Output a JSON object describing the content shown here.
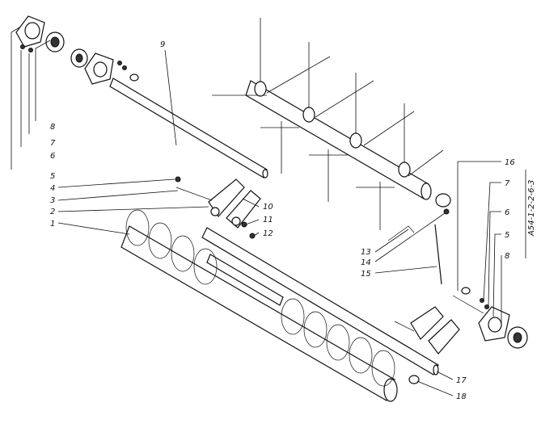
{
  "labels": [
    {
      "id": "l1",
      "text": "1"
    },
    {
      "id": "l2",
      "text": "2"
    },
    {
      "id": "l3",
      "text": "3"
    },
    {
      "id": "l4",
      "text": "4"
    },
    {
      "id": "l5a",
      "text": "5"
    },
    {
      "id": "l6a",
      "text": "6"
    },
    {
      "id": "l7a",
      "text": "7"
    },
    {
      "id": "l8a",
      "text": "8"
    },
    {
      "id": "l9",
      "text": "9"
    },
    {
      "id": "l10",
      "text": "10"
    },
    {
      "id": "l11",
      "text": "11"
    },
    {
      "id": "l12",
      "text": "12"
    },
    {
      "id": "l13",
      "text": "13"
    },
    {
      "id": "l14",
      "text": "14"
    },
    {
      "id": "l15",
      "text": "15"
    },
    {
      "id": "l16",
      "text": "16"
    },
    {
      "id": "l7b",
      "text": "7"
    },
    {
      "id": "l6b",
      "text": "6"
    },
    {
      "id": "l5b",
      "text": "5"
    },
    {
      "id": "l8b",
      "text": "8"
    },
    {
      "id": "l17",
      "text": "17"
    },
    {
      "id": "l18",
      "text": "18"
    }
  ],
  "drawing_code": "А54-1-2-2-6-3"
}
